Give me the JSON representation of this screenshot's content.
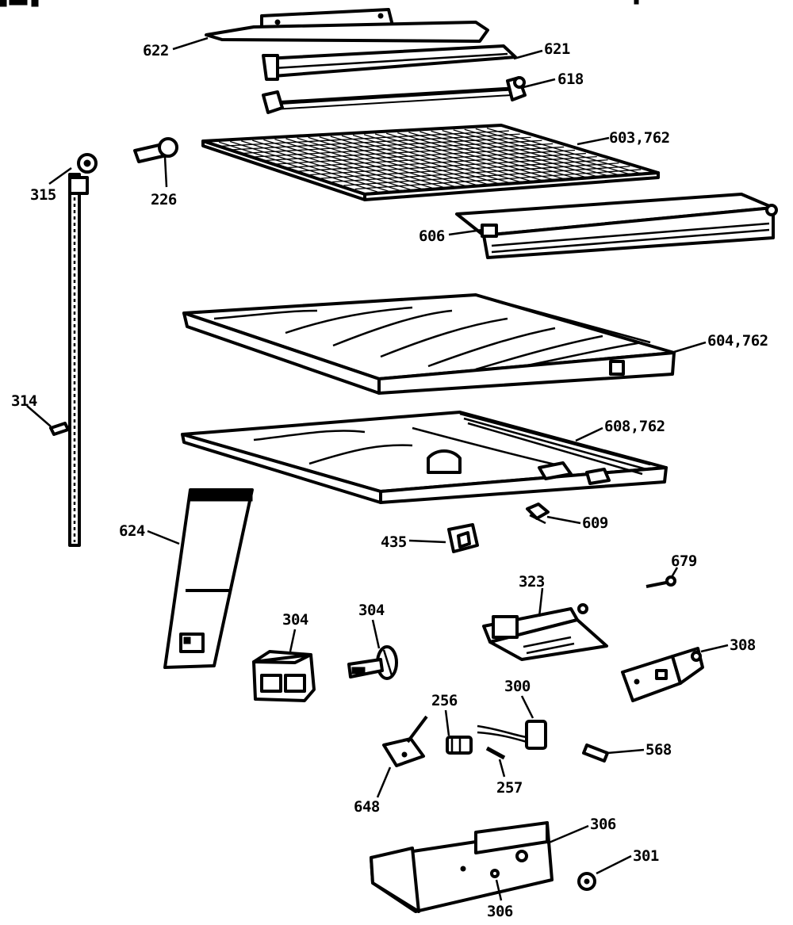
{
  "callouts": {
    "c622": "622",
    "c621": "621",
    "c618": "618",
    "c603": "603,762",
    "c315": "315",
    "c226": "226",
    "c606": "606",
    "c604": "604,762",
    "c314": "314",
    "c608": "608,762",
    "c624": "624",
    "c609": "609",
    "c435": "435",
    "c679": "679",
    "c323": "323",
    "c304a": "304",
    "c304b": "304",
    "c308": "308",
    "c256": "256",
    "c300": "300",
    "c568": "568",
    "c648": "648",
    "c257": "257",
    "c306a": "306",
    "c301": "301",
    "c306b": "306"
  }
}
